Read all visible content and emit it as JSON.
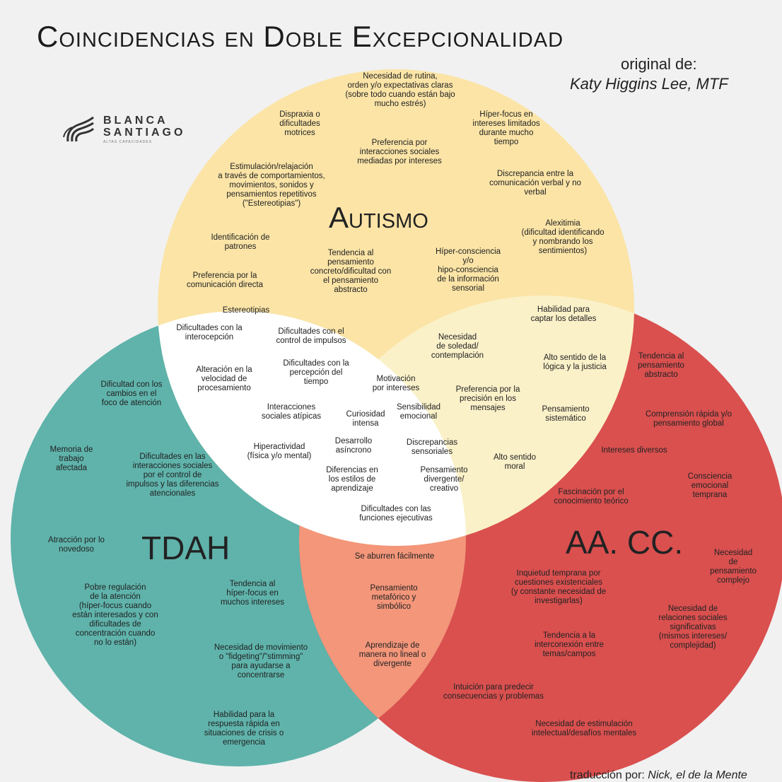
{
  "title": "Coincidencias en Doble Excepcionalidad",
  "original_label": "original de:",
  "author": "Katy Higgins Lee, MTF",
  "logo": {
    "line1": "BLANCA",
    "line2": "SANTIAGO",
    "tagline": "ALTAS CAPACIDADES"
  },
  "sets": {
    "autismo": "Autismo",
    "tdah": "TDAH",
    "aacc": "AA. CC."
  },
  "colors": {
    "autismo": "#fbe4a6",
    "tdah": "#5fb3ab",
    "aacc": "#d9504f",
    "tdah_aacc": "#f3967a",
    "aut_aacc": "#fbf1c9",
    "center": "#ffffff"
  },
  "credit_prefix": "traducción por:",
  "credit_name": "Nick, el de la Mente",
  "labels": [
    "Necesidad de rutina,\norden y/o expectativas claras\n(sobre todo cuando están bajo\nmucho estrés)",
    "Dispraxia o\ndificultades\nmotrices",
    "Híper-focus en\nintereses limitados\ndurante mucho\ntiempo",
    "Preferencia por\ninteracciones sociales\nmediadas por intereses",
    "Estimulación/relajación\na través de comportamientos,\nmovimientos, sonidos y\npensamientos repetitivos\n(\"Estereotipias\")",
    "Discrepancia entre la\ncomunicación verbal y no\nverbal",
    "Alexitimia\n(dificultad identificando\ny nombrando los\nsentimientos)",
    "Identificación de\npatrones",
    "Tendencia al\npensamiento\nconcreto/dificultad con\nel pensamiento\nabstracto",
    "Híper-consciencia\ny/o\nhipo-consciencia\nde la información\nsensorial",
    "Preferencia por la\ncomunicación directa",
    "Estereotipias",
    "Habilidad para\ncaptar los detalles",
    "Dificultades con la\ninterocepción",
    "Dificultades con el\ncontrol de impulsos",
    "Necesidad\nde soledad/\ncontemplación",
    "Alto sentido de la\nlógica y la justicia",
    "Tendencia al\npensamiento\nabstracto",
    "Alteración en la\nvelocidad de\nprocesamiento",
    "Dificultades con la\npercepción del\ntiempo",
    "Motivación\npor intereses",
    "Preferencia por la\nprecisión en los\nmensajes",
    "Dificultad con los\ncambios en el\nfoco de atención",
    "Interacciones\nsociales atípicas",
    "Curiosidad\nintensa",
    "Sensibilidad\nemocional",
    "Pensamiento\nsistemático",
    "Comprensión rápida y/o\npensamiento global",
    "Memoria de\ntrabajo\nafectada",
    "Dificultades en las\ninteracciones sociales\npor el control de\nimpulsos y las diferencias\natencionales",
    "Hiperactividad\n(física y/o mental)",
    "Desarrollo\nasíncrono",
    "Discrepancias\nsensoriales",
    "Alto sentido\nmoral",
    "Intereses diversos",
    "Diferencias en\nlos estilos de\naprendizaje",
    "Pensamiento\ndivergente/\ncreativo",
    "Consciencia emocional\ntemprana",
    "Fascinación por el\nconocimiento teórico",
    "Dificultades con las\nfunciones ejecutivas",
    "Atracción por lo\nnovedoso",
    "Se aburren fácilmente",
    "Necesidad de\npensamiento\ncomplejo",
    "Inquietud temprana por\ncuestiones existenciales\n(y constante necesidad de\ninvestigarlas)",
    "Pobre regulación\nde la atención\n(híper-focus cuando\nestán interesados y con\ndificultades de\nconcentración cuando\nno lo están)",
    "Tendencia al\nhíper-focus en\nmuchos intereses",
    "Pensamiento\nmetafórico y\nsimbólico",
    "Necesidad de\nrelaciones sociales\nsignificativas\n(mismos intereses/\ncomplejidad)",
    "Tendencia a la\ninterconexión entre\ntemas/campos",
    "Necesidad de movimiento\no \"fidgeting\"/\"stimming\"\npara ayudarse a\nconcentrarse",
    "Aprendizaje de\nmanera no lineal o\ndivergente",
    "Intuición para predecir\nconsecuencias y problemas",
    "Habilidad para la\nrespuesta rápida en\nsituaciones de crisis o\nemergencia",
    "Necesidad de estimulación\nintelectual/desafíos mentales"
  ]
}
